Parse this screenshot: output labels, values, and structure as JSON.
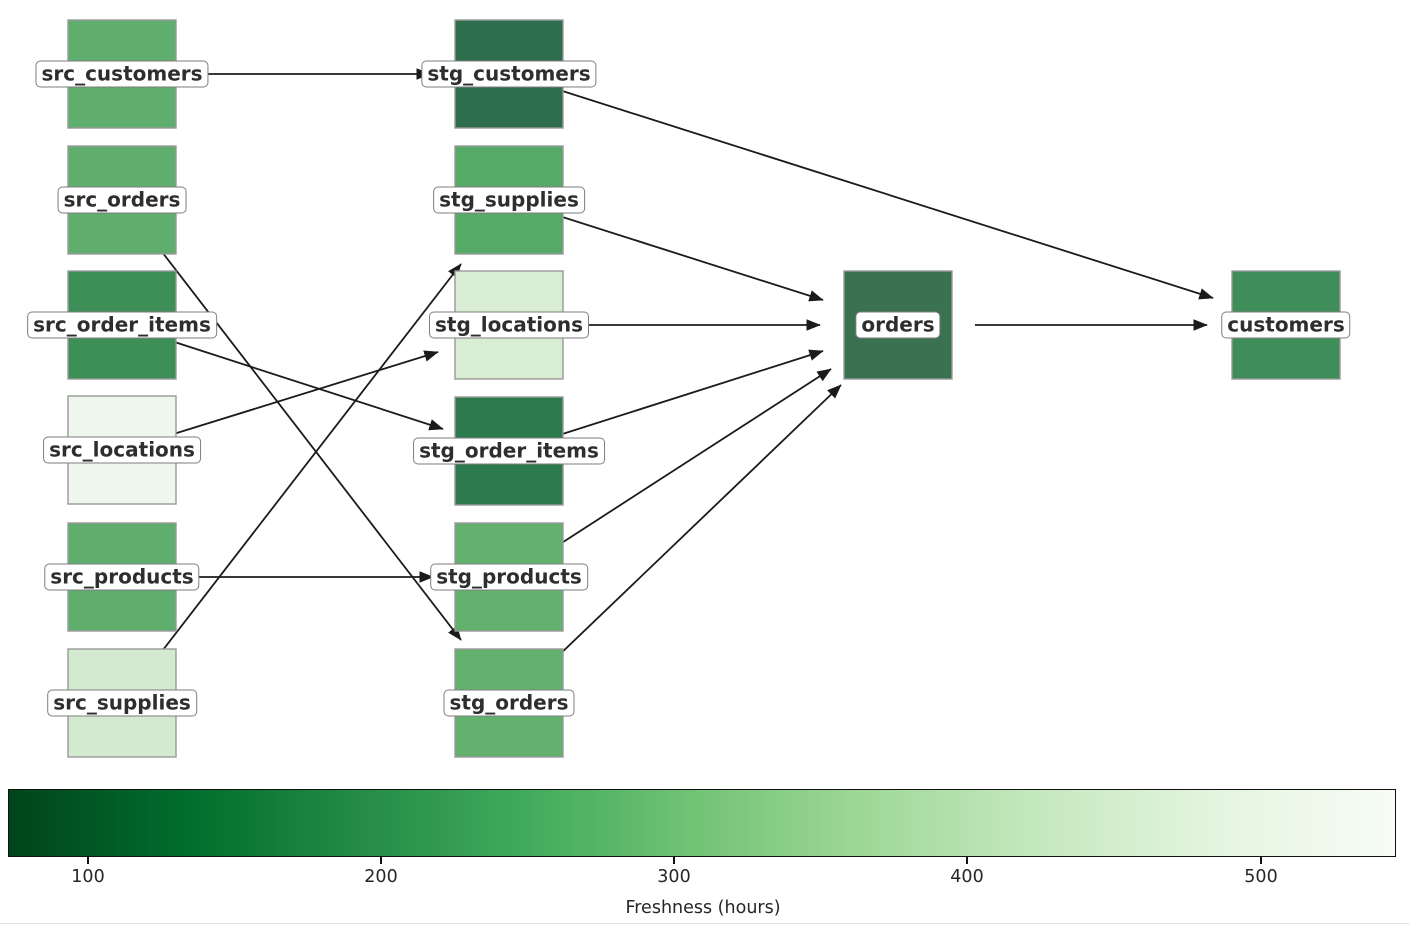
{
  "colorbar": {
    "label": "Freshness (hours)",
    "ticks": [
      "100",
      "200",
      "300",
      "400",
      "500"
    ],
    "direction": "dark-left-to-light-right",
    "gradient_stops": [
      "#00441b",
      "#006d2c",
      "#238b45",
      "#41ab5d",
      "#74c476",
      "#a1d99b",
      "#c7e9c0",
      "#e5f5e0",
      "#f7fcf5"
    ]
  },
  "graph": {
    "nodes": [
      {
        "id": "src_customers",
        "label": "src_customers",
        "color": "#5fae6e"
      },
      {
        "id": "src_orders",
        "label": "src_orders",
        "color": "#5fae6e"
      },
      {
        "id": "src_order_items",
        "label": "src_order_items",
        "color": "#3e8e58"
      },
      {
        "id": "src_locations",
        "label": "src_locations",
        "color": "#f0f7ee"
      },
      {
        "id": "src_products",
        "label": "src_products",
        "color": "#5fae6e"
      },
      {
        "id": "src_supplies",
        "label": "src_supplies",
        "color": "#d3ead0"
      },
      {
        "id": "stg_customers",
        "label": "stg_customers",
        "color": "#2e6e4c"
      },
      {
        "id": "stg_supplies",
        "label": "stg_supplies",
        "color": "#57a967"
      },
      {
        "id": "stg_locations",
        "label": "stg_locations",
        "color": "#d8edd4"
      },
      {
        "id": "stg_order_items",
        "label": "stg_order_items",
        "color": "#2d7a4e"
      },
      {
        "id": "stg_products",
        "label": "stg_products",
        "color": "#62b16f"
      },
      {
        "id": "stg_orders",
        "label": "stg_orders",
        "color": "#62b16f"
      },
      {
        "id": "orders",
        "label": "orders",
        "color": "#3a7151"
      },
      {
        "id": "customers",
        "label": "customers",
        "color": "#3f8d58"
      }
    ],
    "edges": [
      {
        "from": "src_customers",
        "to": "stg_customers"
      },
      {
        "from": "src_orders",
        "to": "stg_orders"
      },
      {
        "from": "src_order_items",
        "to": "stg_order_items"
      },
      {
        "from": "src_locations",
        "to": "stg_locations"
      },
      {
        "from": "src_products",
        "to": "stg_products"
      },
      {
        "from": "src_supplies",
        "to": "stg_supplies"
      },
      {
        "from": "stg_customers",
        "to": "customers"
      },
      {
        "from": "stg_supplies",
        "to": "orders"
      },
      {
        "from": "stg_locations",
        "to": "orders"
      },
      {
        "from": "stg_order_items",
        "to": "orders"
      },
      {
        "from": "stg_products",
        "to": "orders"
      },
      {
        "from": "stg_orders",
        "to": "orders"
      },
      {
        "from": "orders",
        "to": "customers"
      }
    ]
  }
}
